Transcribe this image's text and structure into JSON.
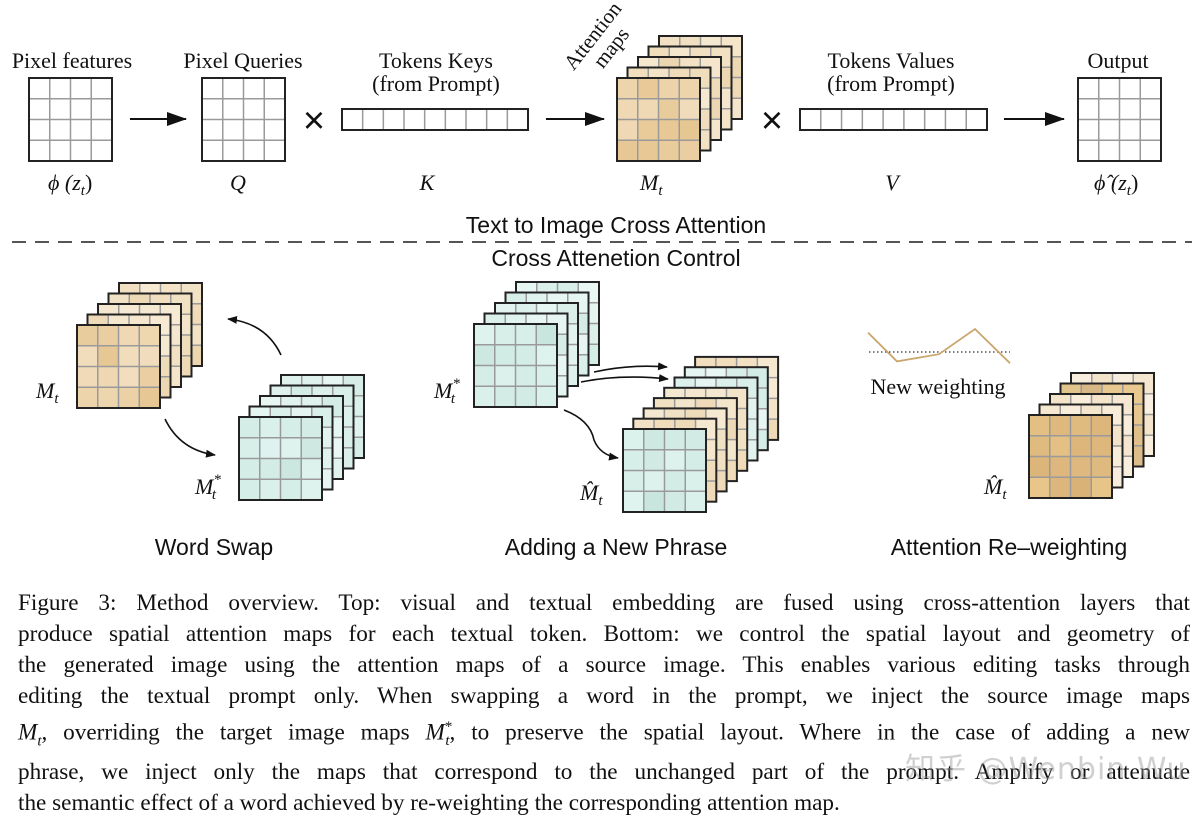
{
  "figure": {
    "top_section": {
      "pixel_features": {
        "label": "Pixel features",
        "symbol": "ϕ (z",
        "symbol_sub": "t",
        "symbol_close": ")"
      },
      "pixel_queries": {
        "label": "Pixel Queries",
        "symbol": "Q"
      },
      "tokens_keys": {
        "label_line1": "Tokens Keys",
        "label_line2": "(from Prompt)",
        "symbol": "K"
      },
      "attention_maps": {
        "label_line1": "Attention",
        "label_line2": "maps",
        "symbol": "M",
        "symbol_sub": "t"
      },
      "tokens_values": {
        "label_line1": "Tokens Values",
        "label_line2": "(from Prompt)",
        "symbol": "V"
      },
      "output": {
        "label": "Output",
        "symbol": "ϕ̂ (z",
        "symbol_sub": "t",
        "symbol_close": ")"
      },
      "multiply_symbol": "×",
      "section_title": "Text to Image Cross Attention"
    },
    "bottom_section": {
      "section_title": "Cross Attenetion Control",
      "word_swap": {
        "title": "Word Swap",
        "source_symbol": "M",
        "source_sub": "t",
        "target_symbol": "M",
        "target_sub": "t",
        "target_sup": "*"
      },
      "adding_phrase": {
        "title": "Adding a New Phrase",
        "source_symbol": "M",
        "source_sub": "t",
        "source_sup": "*",
        "result_symbol": "M̂",
        "result_sub": "t"
      },
      "reweighting": {
        "title": "Attention Re–weighting",
        "weighting_label": "New weighting",
        "weighting_curve": [
          0.9,
          0.1,
          0.3,
          1.0,
          0.05
        ],
        "baseline": 0.45,
        "result_symbol": "M̂",
        "result_sub": "t"
      }
    },
    "colors": {
      "warm_map": "#f2dfc0",
      "warm_map_dark": "#e6c58f",
      "cool_map": "#dff3ef",
      "cool_map_dark": "#c9e6de",
      "reweight_map": "#e3bb78",
      "curve": "#c9a66b",
      "grid_line": "#9a9a9a",
      "border": "#222222"
    },
    "grid_size": 4,
    "token_count": 9
  },
  "caption": {
    "lines": [
      "Figure 3: Method overview. Top: visual and textual embedding are fused using cross-attention layers that",
      "produce spatial attention maps for each textual token. Bottom: we control the spatial layout and geometry of",
      "the generated image using the attention maps of a source image. This enables various editing tasks through",
      "editing the textual prompt only. When swapping a word in the prompt, we inject the source image maps",
      "M_t, overriding the target image maps M*_t, to preserve the spatial layout. Where in the case of adding a new",
      "phrase, we inject only the maps that correspond to the unchanged part of the prompt. Amplify or attenuate",
      "the semantic effect of a word achieved by re-weighting the corresponding attention map."
    ],
    "line5_parts": {
      "m1": "M",
      "m1_sub": "t",
      "text1": ", overriding the target image maps ",
      "m2": "M",
      "m2_sup": "*",
      "m2_sub": "t",
      "text2": ", to preserve the spatial layout. Where in the case of adding a new"
    }
  },
  "watermark": "知乎 @Wenbin Wu"
}
